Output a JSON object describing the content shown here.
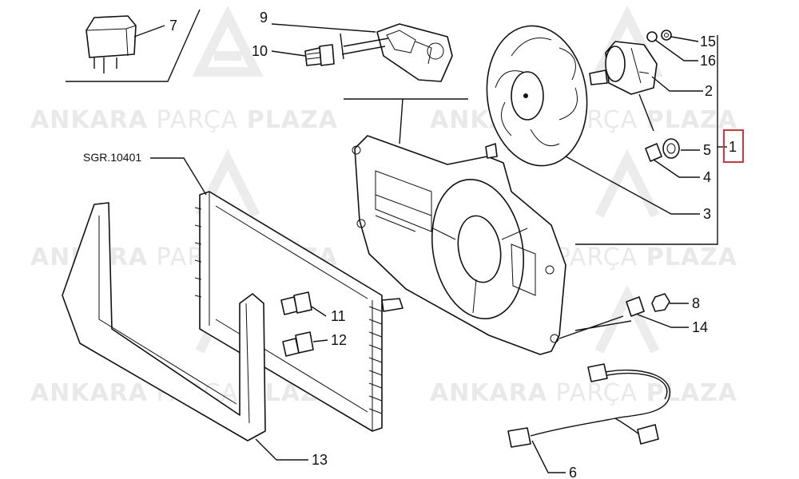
{
  "watermark": {
    "brand_bold_1": "ANKARA",
    "brand_light": "PARÇA",
    "brand_bold_2": "PLAZA"
  },
  "reference_code": "SGR.10401",
  "callouts": {
    "c1": "1",
    "c2": "2",
    "c3": "3",
    "c4": "4",
    "c5": "5",
    "c6": "6",
    "c7": "7",
    "c8": "8",
    "c9": "9",
    "c10": "10",
    "c11": "11",
    "c12": "12",
    "c13": "13",
    "c14": "14",
    "c15": "15",
    "c16": "16"
  },
  "colors": {
    "highlight_box": "#d9343c",
    "watermark": "#e9e9e9",
    "line": "#111111"
  }
}
